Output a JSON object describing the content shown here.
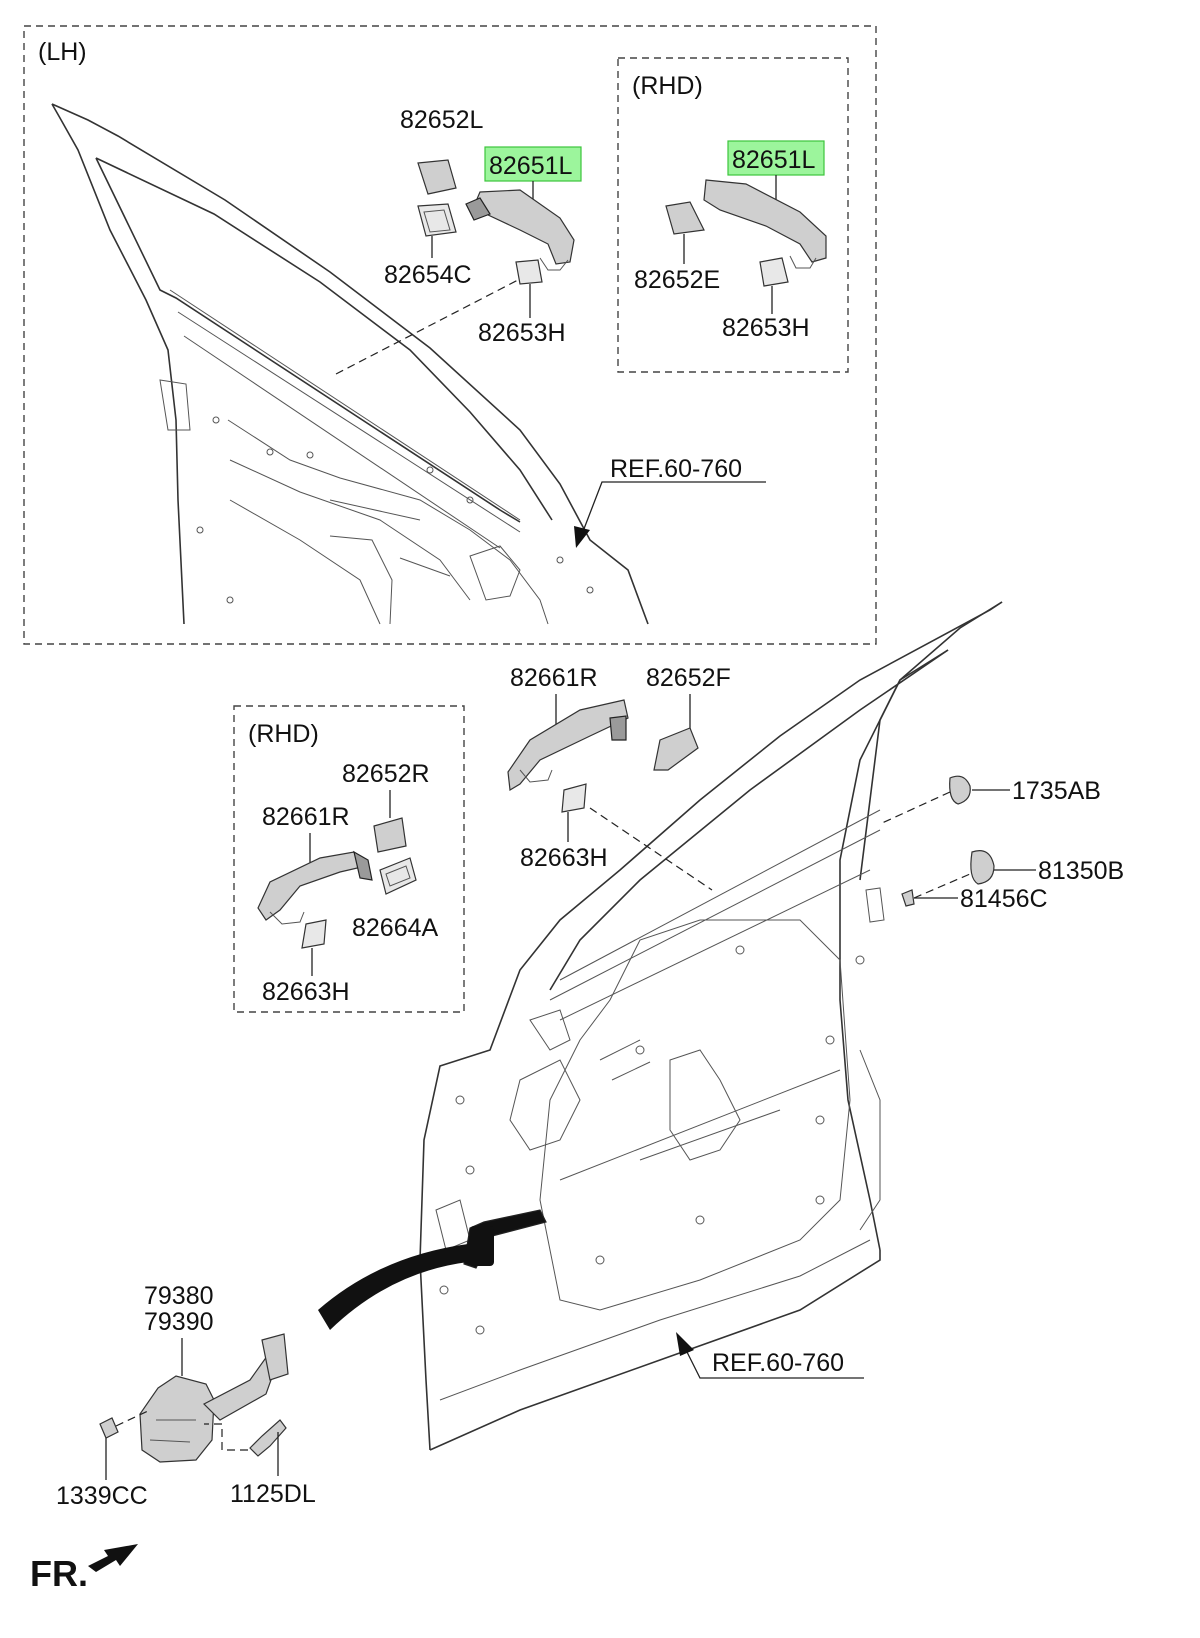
{
  "groups": {
    "lh": "(LH)",
    "rhd_top": "(RHD)",
    "rhd_bottom": "(RHD)"
  },
  "labels": {
    "p82652L": "82652L",
    "p82651L_a": "82651L",
    "p82654C": "82654C",
    "p82653H_a": "82653H",
    "p82651L_b": "82651L",
    "p82652E": "82652E",
    "p82653H_b": "82653H",
    "ref_top": "REF.60-760",
    "p82661R_a": "82661R",
    "p82652F": "82652F",
    "p82663H_a": "82663H",
    "p1735AB": "1735AB",
    "p81350B": "81350B",
    "p81456C": "81456C",
    "p82652R": "82652R",
    "p82661R_b": "82661R",
    "p82664A": "82664A",
    "p82663H_b": "82663H",
    "p79380": "79380",
    "p79390": "79390",
    "p1339CC": "1339CC",
    "p1125DL": "1125DL",
    "ref_bottom": "REF.60-760",
    "front": "FR."
  },
  "highlight_color": "#9cf59c"
}
